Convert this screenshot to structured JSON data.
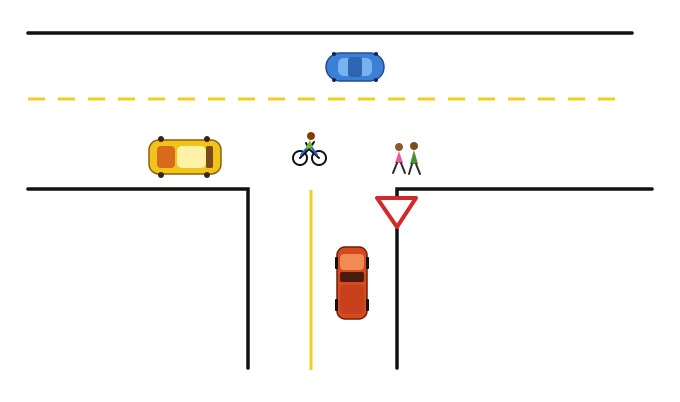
{
  "diagram": {
    "subject": "intersection-right-of-way",
    "colors": {
      "background": "#ffffff",
      "road_edge": "#111111",
      "center_line": "#f2cf1a",
      "yield_sign_border": "#d22a2a",
      "yield_sign_fill": "#ffffff"
    },
    "vehicles": [
      {
        "id": "blue-car",
        "color": "#3b7fd6",
        "heading": "left"
      },
      {
        "id": "yellow-car",
        "color": "#f0c419",
        "heading": "right"
      },
      {
        "id": "red-truck",
        "color": "#d44b1d",
        "heading": "down"
      }
    ],
    "road_users": [
      {
        "id": "cyclist",
        "icon": "bicycle-icon"
      },
      {
        "id": "pedestrians",
        "icon": "pedestrian-pair-icon",
        "count": 2
      }
    ],
    "signs": [
      {
        "id": "yield-sign",
        "icon": "yield-sign-icon",
        "shape": "inverted-triangle"
      }
    ]
  }
}
